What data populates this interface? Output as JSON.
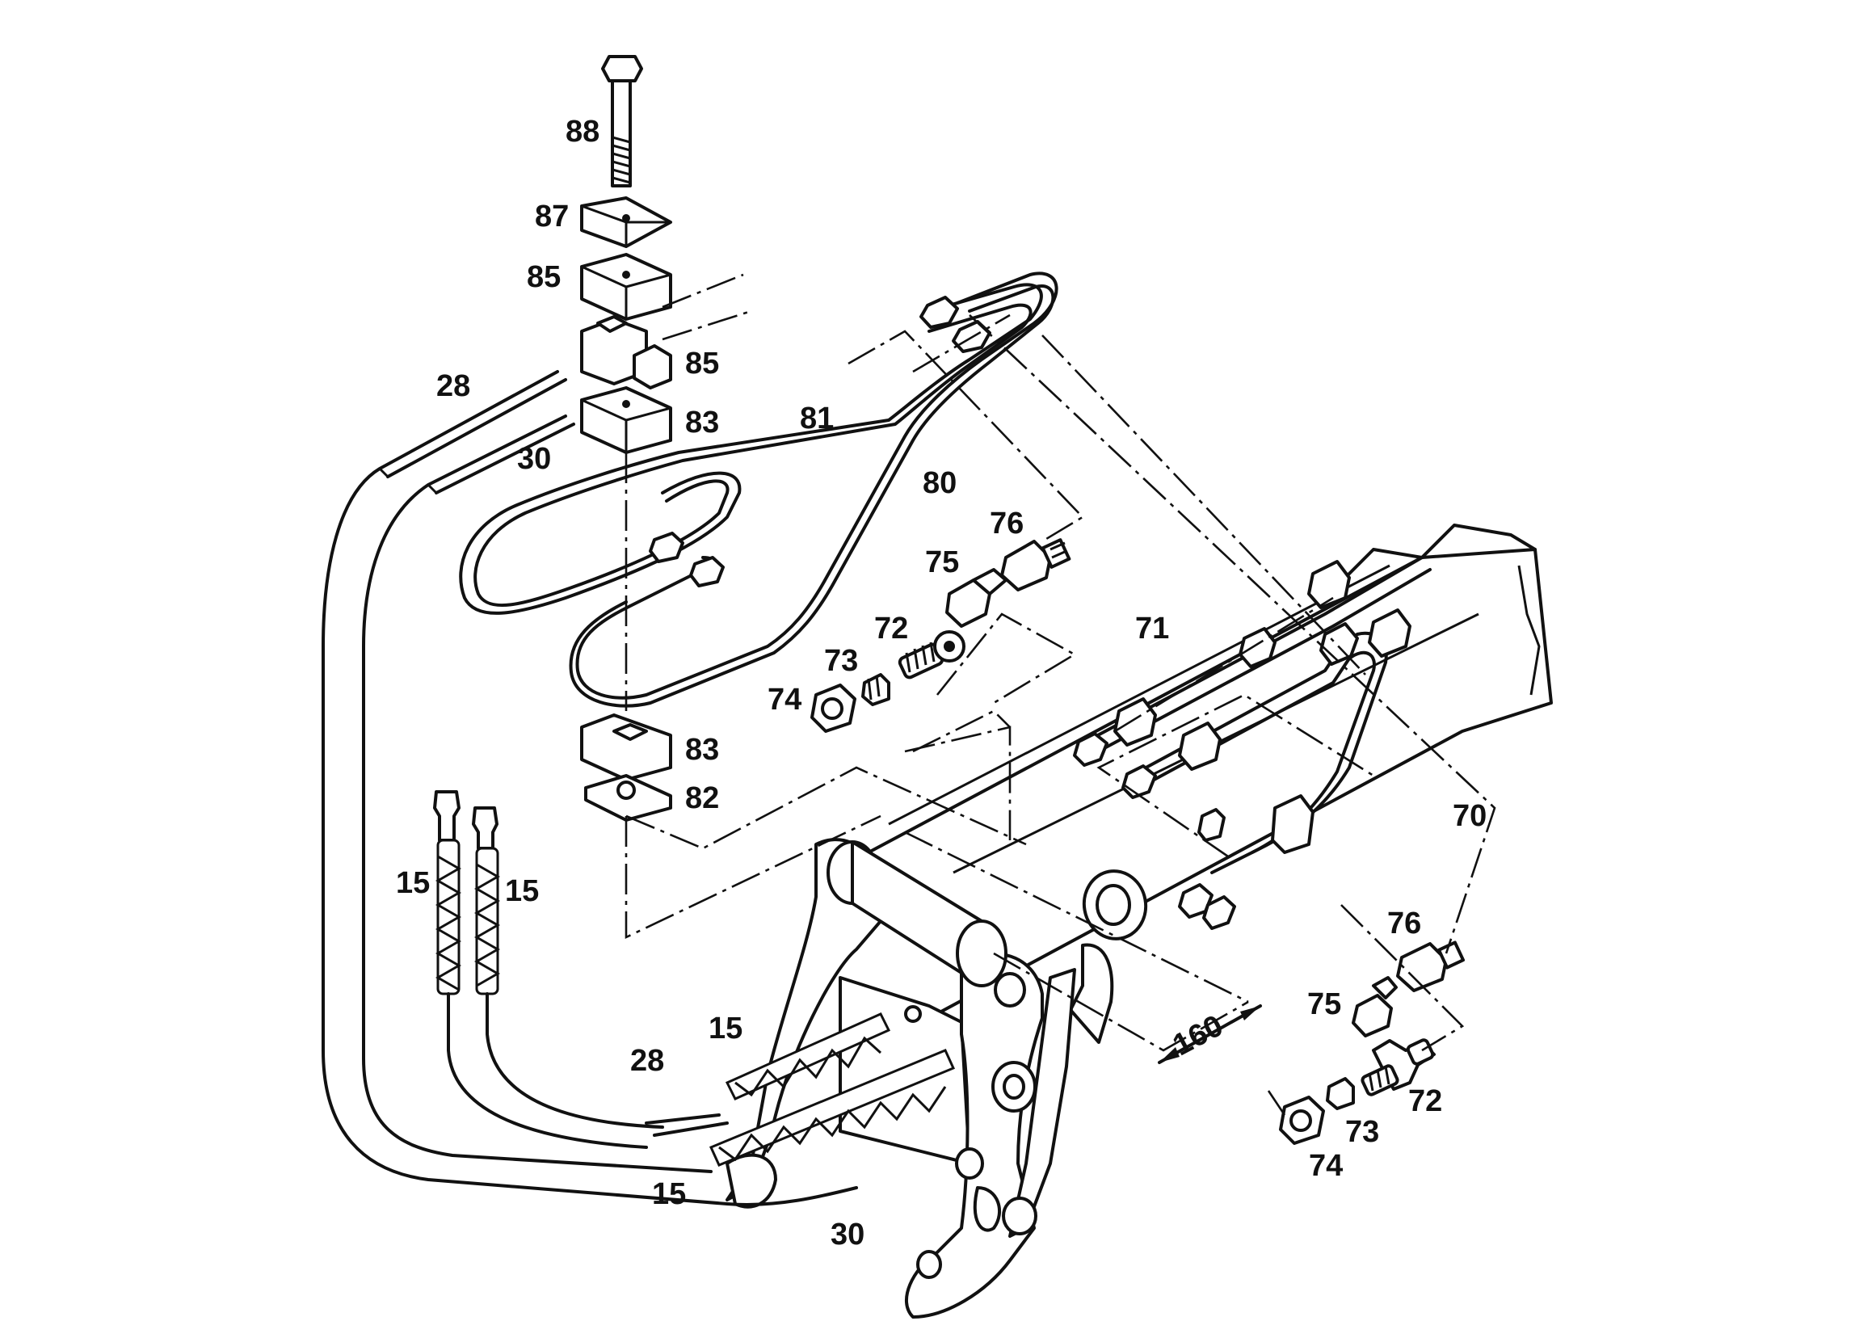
{
  "labels": [
    {
      "id": "p88",
      "text": "88"
    },
    {
      "id": "p87",
      "text": "87"
    },
    {
      "id": "p85a",
      "text": "85"
    },
    {
      "id": "p85b",
      "text": "85"
    },
    {
      "id": "p28a",
      "text": "28"
    },
    {
      "id": "p30a",
      "text": "30"
    },
    {
      "id": "p83a",
      "text": "83"
    },
    {
      "id": "p81",
      "text": "81"
    },
    {
      "id": "p80",
      "text": "80"
    },
    {
      "id": "p76a",
      "text": "76"
    },
    {
      "id": "p75a",
      "text": "75"
    },
    {
      "id": "p72a",
      "text": "72"
    },
    {
      "id": "p73a",
      "text": "73"
    },
    {
      "id": "p74a",
      "text": "74"
    },
    {
      "id": "p71",
      "text": "71"
    },
    {
      "id": "p83b",
      "text": "83"
    },
    {
      "id": "p82",
      "text": "82"
    },
    {
      "id": "p70",
      "text": "70"
    },
    {
      "id": "p15a",
      "text": "15"
    },
    {
      "id": "p15b",
      "text": "15"
    },
    {
      "id": "p15c",
      "text": "15"
    },
    {
      "id": "p28b",
      "text": "28"
    },
    {
      "id": "p15d",
      "text": "15"
    },
    {
      "id": "p30b",
      "text": "30"
    },
    {
      "id": "p160",
      "text": "160"
    },
    {
      "id": "p76b",
      "text": "76"
    },
    {
      "id": "p75b",
      "text": "75"
    },
    {
      "id": "p72b",
      "text": "72"
    },
    {
      "id": "p73b",
      "text": "73"
    },
    {
      "id": "p74b",
      "text": "74"
    }
  ],
  "colors": {
    "ink": "#111111",
    "paper": "#ffffff"
  }
}
